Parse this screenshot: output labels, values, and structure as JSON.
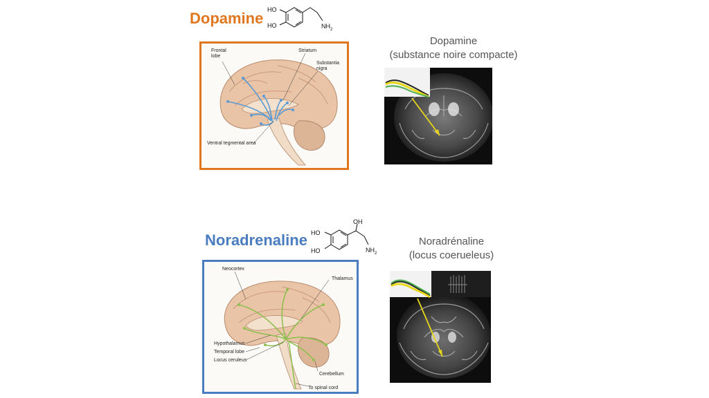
{
  "colors": {
    "dopamine": "#e0761e",
    "noradrenaline": "#4a7cc0",
    "dopa_path": "#5b9bd5",
    "nora_path": "#8fbf4f",
    "mri_arrow": "#e8d81a"
  },
  "dopamine": {
    "title": "Dopamine",
    "molecule": {
      "ho_top": "HO",
      "ho_bottom": "HO",
      "amine": "NH",
      "amine_sub": "2"
    },
    "caption_line1": "Dopamine",
    "caption_line2": "(substance noire compacte)",
    "labels": {
      "frontal_lobe_1": "Frontal",
      "frontal_lobe_2": "lobe",
      "striatum": "Striatum",
      "substantia_1": "Substantia",
      "substantia_2": "nigra",
      "vta": "Ventral tegmental area"
    }
  },
  "noradrenaline": {
    "title": "Noradrenaline",
    "molecule": {
      "ho_top": "HO",
      "ho_bottom": "HO",
      "oh": "OH",
      "amine": "NH",
      "amine_sub": "2"
    },
    "caption_line1": "Noradrénaline",
    "caption_line2": "(locus coerueleus)",
    "labels": {
      "neocortex": "Neocortex",
      "thalamus": "Thalamus",
      "hypothalamus": "Hypothalamus",
      "temporal": "Temporal lobe",
      "locus": "Locus ceruleus",
      "cerebellum": "Cerebellum",
      "spinal": "To spinal cord"
    }
  }
}
